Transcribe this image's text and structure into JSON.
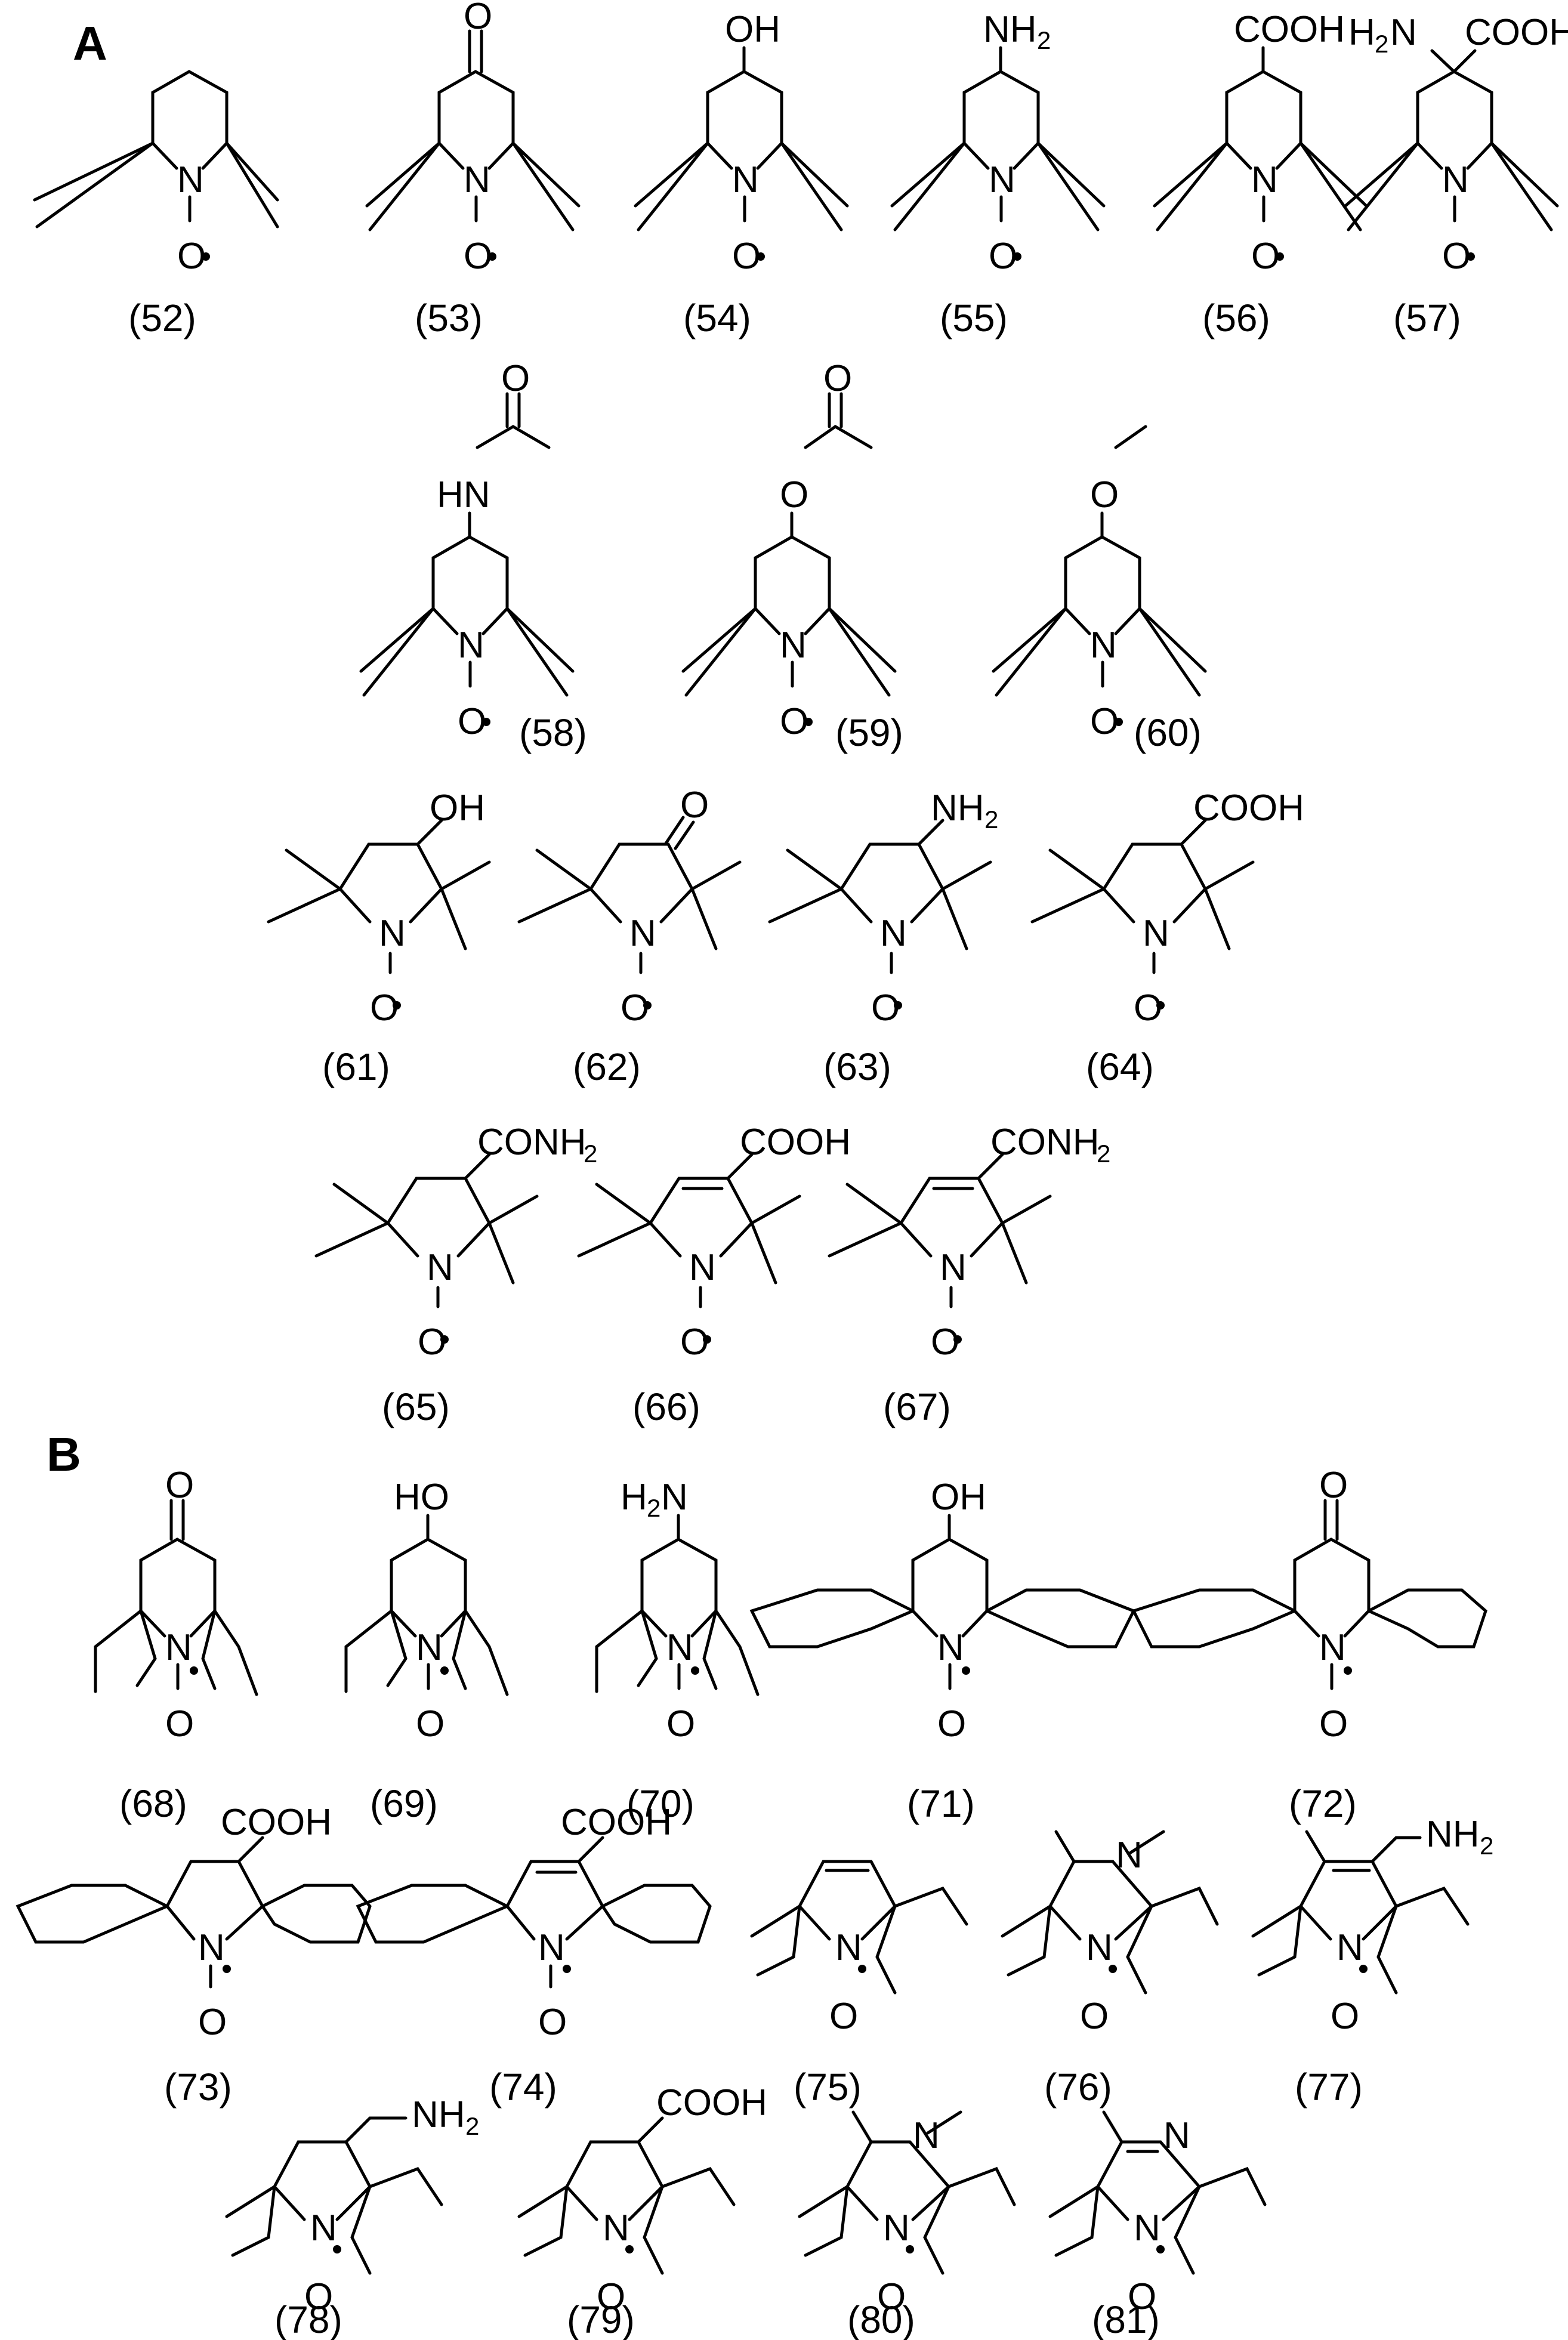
{
  "panels": {
    "a": "A",
    "b": "B"
  },
  "labels": {
    "c52": "(52)",
    "c53": "(53)",
    "c54": "(54)",
    "c55": "(55)",
    "c56": "(56)",
    "c57": "(57)",
    "c58": "(58)",
    "c59": "(59)",
    "c60": "(60)",
    "c61": "(61)",
    "c62": "(62)",
    "c63": "(63)",
    "c64": "(64)",
    "c65": "(65)",
    "c66": "(66)",
    "c67": "(67)",
    "c68": "(68)",
    "c69": "(69)",
    "c70": "(70)",
    "c71": "(71)",
    "c72": "(72)",
    "c73": "(73)",
    "c74": "(74)",
    "c75": "(75)",
    "c76": "(76)",
    "c77": "(77)",
    "c78": "(78)",
    "c79": "(79)",
    "c80": "(80)",
    "c81": "(81)"
  },
  "atoms": {
    "n": "N",
    "o": "O",
    "oh": "OH",
    "ho": "HO",
    "cooh": "COOH",
    "hn": "HN",
    "h2n_h": "H",
    "nh_n": "NH",
    "conh_c": "CONH",
    "sub2": "2"
  }
}
